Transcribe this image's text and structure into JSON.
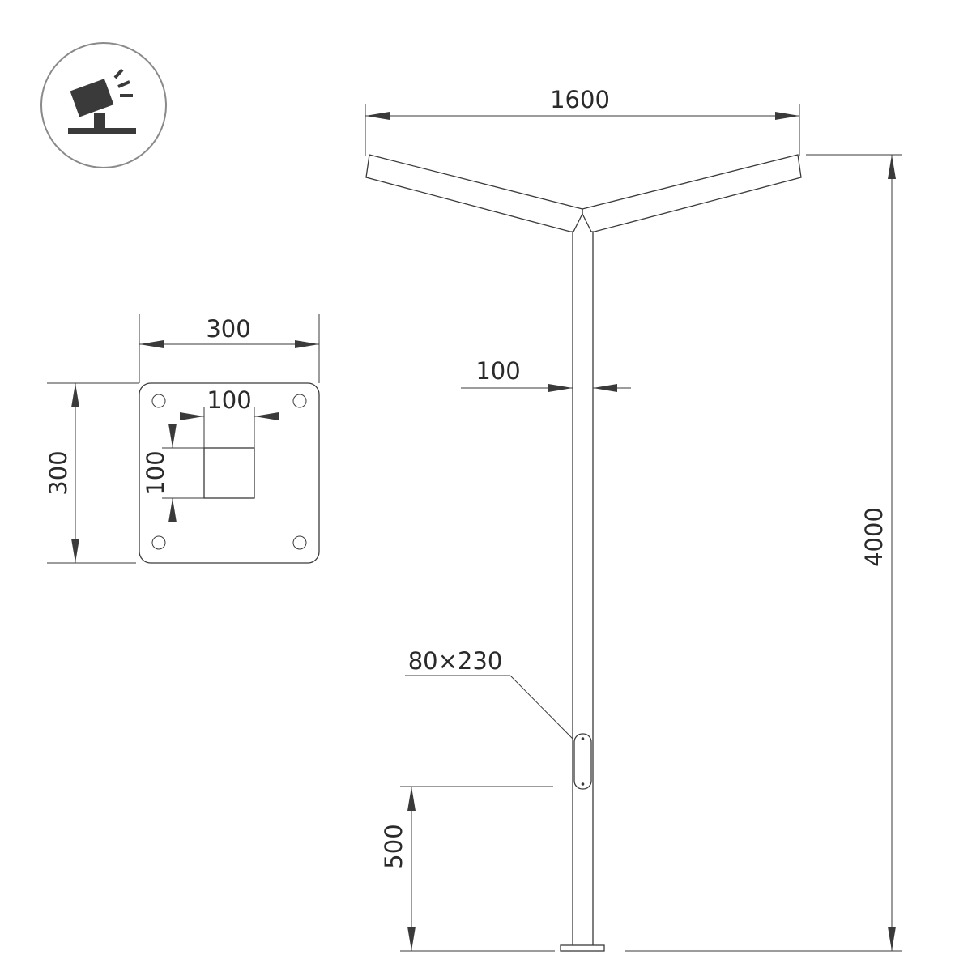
{
  "icon": {
    "name": "spotlight-on-base-icon",
    "colors": {
      "stroke": "#8a8a8a",
      "fill": "#3a3a3a"
    }
  },
  "dimensions": {
    "plate_width": "300",
    "plate_height": "300",
    "hole_width": "100",
    "hole_height": "100",
    "arm_span": "1600",
    "pole_diameter": "100",
    "pole_height": "4000",
    "hatch_size": "80×230",
    "hatch_height": "500"
  },
  "colors": {
    "line": "#3a3a3a",
    "text": "#2a2a2a",
    "background": "#ffffff"
  }
}
